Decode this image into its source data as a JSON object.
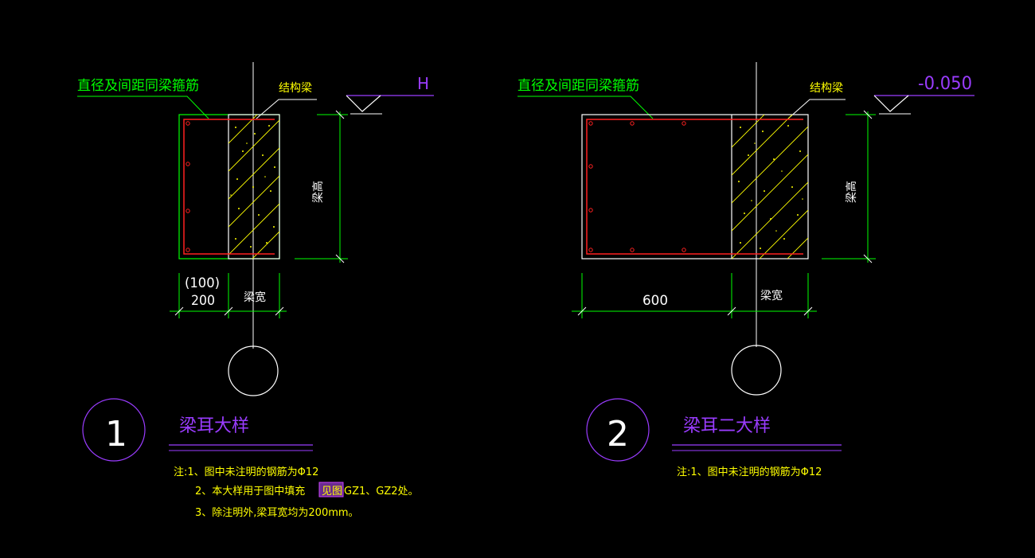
{
  "colors": {
    "background": "#000000",
    "green": "#00ff00",
    "red": "#ff2020",
    "yellow": "#ffff00",
    "purple": "#9a3cff",
    "white": "#ffffff",
    "magenta": "#cc44ff"
  },
  "detail1": {
    "leader_label": "直径及间距同梁箍筋",
    "beam_label": "结构梁",
    "elevation": "H",
    "height_label": "梁高",
    "dim_left_top": "(100)",
    "dim_left_bottom": "200",
    "dim_right": "梁宽",
    "number": "1",
    "title": "梁耳大样",
    "note1": "注:1、图中未注明的钢筋为Φ12",
    "note2": "2、本大样用于图中填充",
    "note2_tail": "GZ1、GZ2处。",
    "note2_hatch": "见图",
    "note3": "3、除注明外,梁耳宽均为200mm。"
  },
  "detail2": {
    "leader_label": "直径及间距同梁箍筋",
    "beam_label": "结构梁",
    "elevation": "-0.050",
    "height_label": "梁高",
    "dim_left": "600",
    "dim_right": "梁宽",
    "number": "2",
    "title": "梁耳二大样",
    "note1": "注:1、图中未注明的钢筋为Φ12"
  }
}
